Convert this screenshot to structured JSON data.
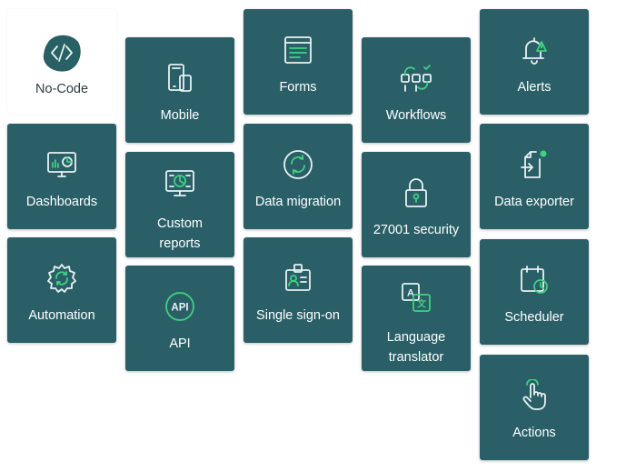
{
  "tiles": [
    {
      "id": "no-code",
      "label": "No-Code",
      "icon": "no-code-logo-icon"
    },
    {
      "id": "dashboards",
      "label": "Dashboards",
      "icon": "dashboard-monitor-icon"
    },
    {
      "id": "automation",
      "label": "Automation",
      "icon": "gear-sync-icon"
    },
    {
      "id": "mobile",
      "label": "Mobile",
      "icon": "mobile-tablet-icon"
    },
    {
      "id": "custom-reports",
      "label_line1": "Custom",
      "label_line2": "reports",
      "icon": "report-monitor-icon"
    },
    {
      "id": "api",
      "label": "API",
      "icon": "api-icon"
    },
    {
      "id": "forms",
      "label": "Forms",
      "icon": "form-window-icon"
    },
    {
      "id": "data-migration",
      "label": "Data migration",
      "icon": "sync-circle-icon"
    },
    {
      "id": "single-sign-on",
      "label": "Single sign-on",
      "icon": "id-badge-icon"
    },
    {
      "id": "workflows",
      "label": "Workflows",
      "icon": "workflow-steps-icon"
    },
    {
      "id": "security",
      "label": "27001 security",
      "icon": "padlock-icon"
    },
    {
      "id": "language-translator",
      "label_line1": "Language",
      "label_line2": "translator",
      "icon": "translate-icon"
    },
    {
      "id": "alerts",
      "label": "Alerts",
      "icon": "bell-alert-icon"
    },
    {
      "id": "data-exporter",
      "label": "Data exporter",
      "icon": "export-document-icon"
    },
    {
      "id": "scheduler",
      "label": "Scheduler",
      "icon": "calendar-clock-icon"
    },
    {
      "id": "actions",
      "label": "Actions",
      "icon": "hand-pointer-icon"
    }
  ],
  "colors": {
    "tile_bg": "#2a5f68",
    "accent": "#3fd27f",
    "icon_stroke": "#e8f2f2",
    "logo_bg": "#276065",
    "white_tile_text": "#2f3b3e"
  }
}
